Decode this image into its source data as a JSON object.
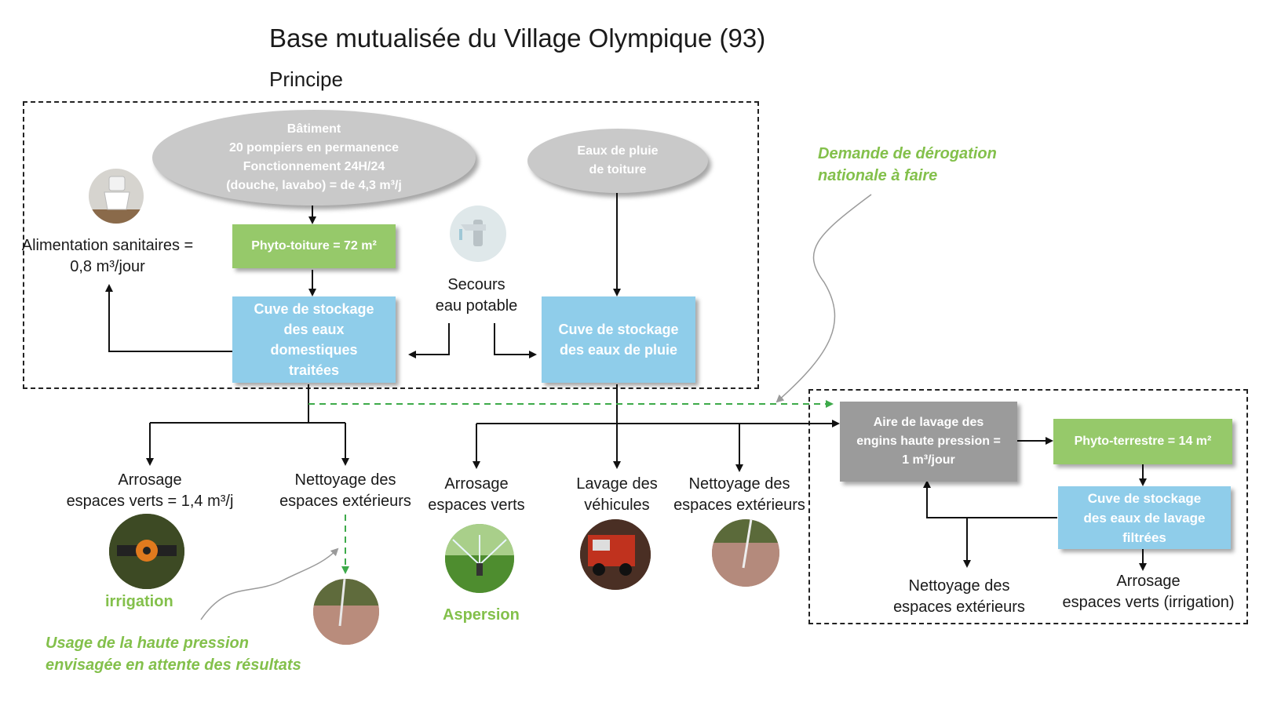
{
  "header": {
    "title": "Base mutualisée du Village Olympique (93)",
    "subtitle": "Principe"
  },
  "nodes": {
    "batiment": [
      "Bâtiment",
      "20 pompiers en permanence",
      "Fonctionnement  24H/24",
      "(douche, lavabo) = de 4,3 m³/j"
    ],
    "eaux_pluie": [
      "Eaux de pluie",
      "de toiture"
    ],
    "phyto_toiture": "Phyto-toiture = 72 m²",
    "cuve_domestiques": [
      "Cuve de stockage",
      "des eaux",
      "domestiques",
      "traitées"
    ],
    "cuve_pluie": [
      "Cuve de stockage",
      "des eaux de pluie"
    ],
    "aire_lavage": [
      "Aire de lavage des",
      "engins haute pression =",
      "1 m³/jour"
    ],
    "phyto_terrestre": "Phyto-terrestre = 14 m²",
    "cuve_lavage": [
      "Cuve de stockage",
      "des eaux de lavage",
      "filtrées"
    ]
  },
  "labels": {
    "alimentation": [
      "Alimentation sanitaires =",
      "0,8 m³/jour"
    ],
    "secours": [
      "Secours",
      "eau potable"
    ],
    "arrosage_1": [
      "Arrosage",
      "espaces verts = 1,4 m³/j"
    ],
    "nettoyage_1": [
      "Nettoyage des",
      "espaces extérieurs"
    ],
    "arrosage_2": [
      "Arrosage",
      "espaces verts"
    ],
    "lavage_vehicules": [
      "Lavage des",
      "véhicules"
    ],
    "nettoyage_2": [
      "Nettoyage des",
      "espaces extérieurs"
    ],
    "nettoyage_3": [
      "Nettoyage des",
      "espaces extérieurs"
    ],
    "arrosage_3": [
      "Arrosage",
      "espaces verts (irrigation)"
    ]
  },
  "green_labels": {
    "irrigation": "irrigation",
    "aspersion": "Aspersion"
  },
  "notes": {
    "derogation": [
      "Demande de dérogation",
      "nationale à faire"
    ],
    "haute_pression": [
      "Usage de la haute pression",
      "envisagée en attente des résultats"
    ]
  },
  "icons": [
    "toilet-icon",
    "faucet-icon",
    "drip-irrigation-icon",
    "pressure-washing-icon",
    "sprinkler-icon",
    "fire-truck-icon",
    "pressure-washing-icon"
  ],
  "colors": {
    "green_box": "#96c96a",
    "blue_box": "#8fcdea",
    "gray_box": "#9b9b9b",
    "ellipse": "#c9c9c9",
    "note_green": "#83c04b",
    "dashed_flow": "#4caf50"
  }
}
